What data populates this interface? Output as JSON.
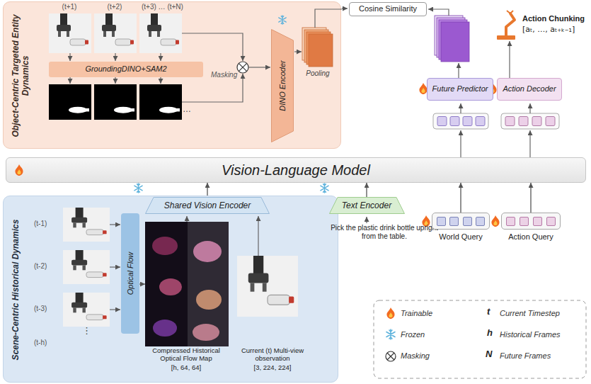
{
  "diagram": {
    "nodes": [
      {
        "text": [
          "Object-Centric Targeted Entity Dynamics"
        ]
      },
      {
        "text": [
          "GroundingDINO+SAM2"
        ],
        "in": 0
      },
      {
        "text": [
          "DINO Encoder"
        ],
        "in": 0
      },
      {
        "text": [
          "Cosine Similarity"
        ]
      },
      {
        "text": [
          "Future Predictor"
        ]
      },
      {
        "text": [
          "Action Decoder"
        ]
      },
      {
        "text": [
          "Vision-Language Model"
        ]
      },
      {
        "text": [
          "Shared Vision Encoder"
        ]
      },
      {
        "text": [
          "Text Encoder"
        ]
      },
      {
        "text": [
          "World Query"
        ]
      },
      {
        "text": [
          "Action Query"
        ]
      },
      {
        "text": [
          "Scene-Centric Historical Dynamics"
        ]
      },
      {
        "text": [
          "Optical Flow"
        ],
        "in": 11
      }
    ],
    "edges": [
      {
        "from": 7,
        "to": 6,
        "arrow": "to"
      },
      {
        "from": 8,
        "to": 6,
        "arrow": "to"
      },
      {
        "from": 9,
        "to": 6,
        "arrow": "to"
      },
      {
        "from": 10,
        "to": 6,
        "arrow": "to"
      }
    ],
    "labels": [
      "(t+1)",
      "(t+2)",
      "(t+3) … (t+N)",
      "Masking",
      "Pooling",
      "Action Chunking",
      "[aₜ, …, aₜ₊ₖ₋₁]",
      "Pick the plastic drink bottle upright from the table.",
      "(t-1)",
      "(t-2)",
      "(t-3)",
      "(t-h)",
      "…",
      "⋮",
      "Compressed Historical Optical Flow Map",
      "[h, 64, 64]",
      "Current (t) Multi-view observation",
      "[3, 224, 224]",
      "t",
      "h",
      "N"
    ],
    "legend": [
      {
        "text": "Trainable"
      },
      {
        "text": "Frozen"
      },
      {
        "text": "Masking"
      },
      {
        "text": "Current Timestep"
      },
      {
        "text": "Historical Frames"
      },
      {
        "text": "Future Frames"
      }
    ]
  }
}
